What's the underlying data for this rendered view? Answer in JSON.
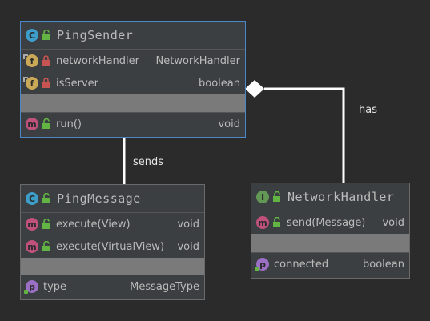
{
  "classes": {
    "ping_sender": {
      "kind_icon": "C",
      "name": "PingSender",
      "fields": [
        {
          "name": "networkHandler",
          "type": "NetworkHandler"
        },
        {
          "name": "isServer",
          "type": "boolean"
        }
      ],
      "methods": [
        {
          "name": "run()",
          "type": "void"
        }
      ]
    },
    "ping_message": {
      "kind_icon": "C",
      "name": "PingMessage",
      "methods": [
        {
          "name": "execute(View)",
          "type": "void"
        },
        {
          "name": "execute(VirtualView)",
          "type": "void"
        }
      ],
      "properties": [
        {
          "name": "type",
          "type": "MessageType"
        }
      ]
    },
    "network_handler": {
      "kind_icon": "I",
      "name": "NetworkHandler",
      "methods": [
        {
          "name": "send(Message)",
          "type": "void"
        }
      ],
      "properties": [
        {
          "name": "connected",
          "type": "boolean"
        }
      ]
    }
  },
  "edges": {
    "sends_label": "sends",
    "has_label": "has"
  },
  "icons": {
    "field": "f",
    "method": "m",
    "property": "p"
  },
  "colors": {
    "background": "#2b2b2b",
    "class_fill": "#3c3f41",
    "selected_border": "#4a88c7",
    "class_icon": "#3d9ec9",
    "interface_icon": "#629755",
    "field_icon": "#c9a957",
    "method_icon": "#c0517a",
    "property_icon": "#9a6fc4",
    "public_lock": "#62b543",
    "private_lock": "#c75450"
  }
}
